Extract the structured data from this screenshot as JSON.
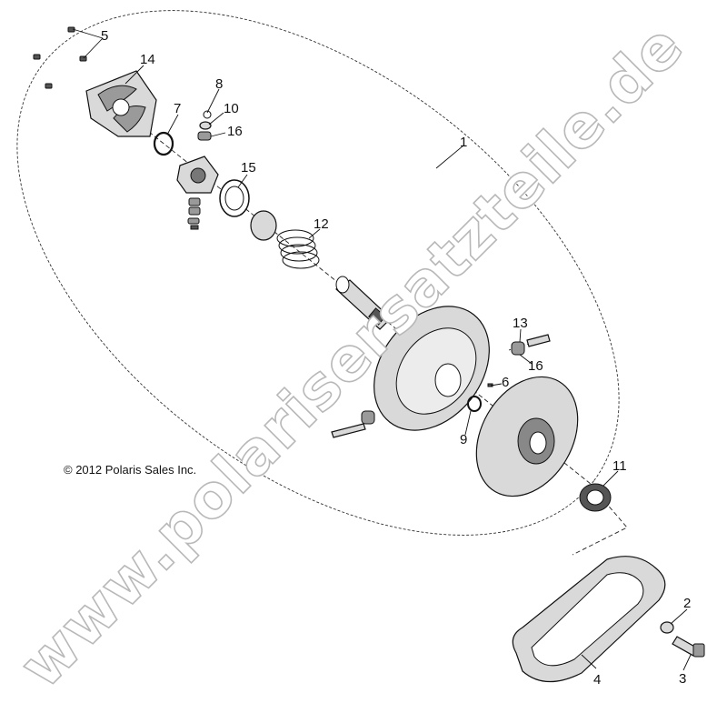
{
  "copyright": "© 2012 Polaris Sales Inc.",
  "watermark": "www.polarisersatzteile.de",
  "callouts": [
    "1",
    "2",
    "3",
    "4",
    "5",
    "6",
    "7",
    "8",
    "9",
    "10",
    "11",
    "12",
    "13",
    "14",
    "15",
    "16",
    "16"
  ],
  "parts": [
    {
      "id": "1",
      "name": "driven-clutch-assembly"
    },
    {
      "id": "2",
      "name": "washer"
    },
    {
      "id": "3",
      "name": "bolt"
    },
    {
      "id": "4",
      "name": "drive-belt"
    },
    {
      "id": "5",
      "name": "screw"
    },
    {
      "id": "6",
      "name": "pin"
    },
    {
      "id": "7",
      "name": "retaining-ring"
    },
    {
      "id": "8",
      "name": "clip"
    },
    {
      "id": "9",
      "name": "snap-ring"
    },
    {
      "id": "10",
      "name": "washer"
    },
    {
      "id": "11",
      "name": "bearing"
    },
    {
      "id": "12",
      "name": "spring"
    },
    {
      "id": "13",
      "name": "bolt"
    },
    {
      "id": "14",
      "name": "helix-cover"
    },
    {
      "id": "15",
      "name": "ring"
    },
    {
      "id": "16",
      "name": "roller"
    }
  ]
}
